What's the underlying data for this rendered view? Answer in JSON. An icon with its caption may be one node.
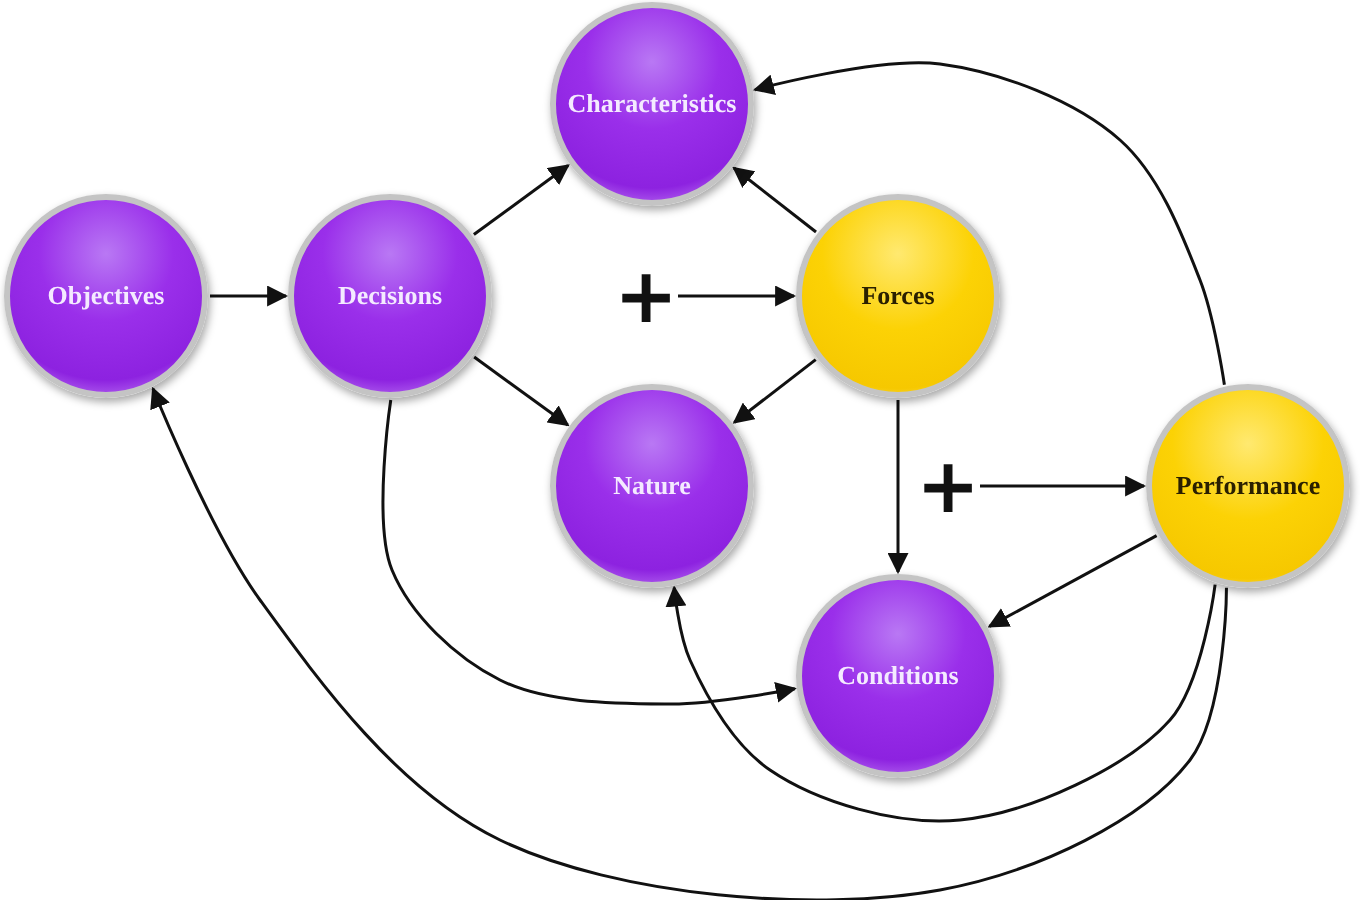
{
  "diagram": {
    "nodes": [
      {
        "text": [
          "Objectives"
        ]
      },
      {
        "text": [
          "Decisions"
        ]
      },
      {
        "text": [
          "Characteristics"
        ]
      },
      {
        "text": [
          "Forces"
        ]
      },
      {
        "text": [
          "Nature"
        ]
      },
      {
        "text": [
          "Performance"
        ]
      },
      {
        "text": [
          "Conditions"
        ]
      },
      {
        "text": [
          "+"
        ]
      },
      {
        "text": [
          "+"
        ]
      }
    ],
    "edges": [
      {
        "from": 0,
        "to": 1,
        "arrow": "to"
      },
      {
        "from": 1,
        "to": 2,
        "arrow": "to"
      },
      {
        "from": 3,
        "to": 2,
        "arrow": "to"
      },
      {
        "from": 7,
        "to": 3,
        "arrow": "to"
      },
      {
        "from": 1,
        "to": 4,
        "arrow": "to"
      },
      {
        "from": 3,
        "to": 4,
        "arrow": "to"
      },
      {
        "from": 3,
        "to": 6,
        "arrow": "to"
      },
      {
        "from": 8,
        "to": 5,
        "arrow": "to"
      },
      {
        "from": 5,
        "to": 6,
        "arrow": "to"
      },
      {
        "from": 5,
        "to": 2,
        "arrow": "to"
      },
      {
        "from": 1,
        "to": 6,
        "arrow": "to"
      },
      {
        "from": 5,
        "to": 4,
        "arrow": "to"
      },
      {
        "from": 5,
        "to": 0,
        "arrow": "to"
      }
    ]
  }
}
